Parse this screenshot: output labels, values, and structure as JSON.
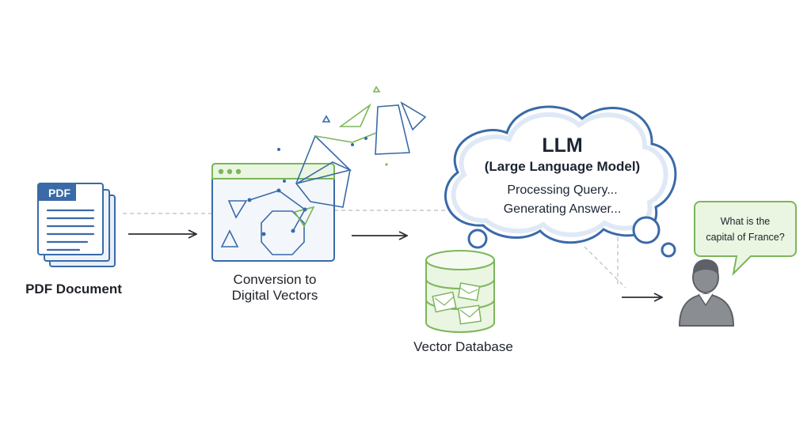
{
  "pdf": {
    "tag": "PDF",
    "label": "PDF Document"
  },
  "conversion": {
    "label_line1": "Conversion to",
    "label_line2": "Digital Vectors"
  },
  "database": {
    "label": "Vector Database"
  },
  "llm": {
    "title": "LLM",
    "subtitle": "(Large Language Model)",
    "status_1": "Processing Query...",
    "status_2": "Generating Answer..."
  },
  "user": {
    "question_line1": "What is the",
    "question_line2": "capital of France?"
  },
  "colors": {
    "blue": "#3a6aa8",
    "light_blue": "#e6eef8",
    "green": "#7cb65a",
    "light_green": "#eaf5e2",
    "arrow": "#2b2f36",
    "dashed": "#b7bcc2",
    "person": "#8a8d92"
  },
  "icons": [
    "document-icon",
    "browser-window-icon",
    "database-icon",
    "cloud-icon",
    "person-icon",
    "speech-bubble-icon"
  ]
}
